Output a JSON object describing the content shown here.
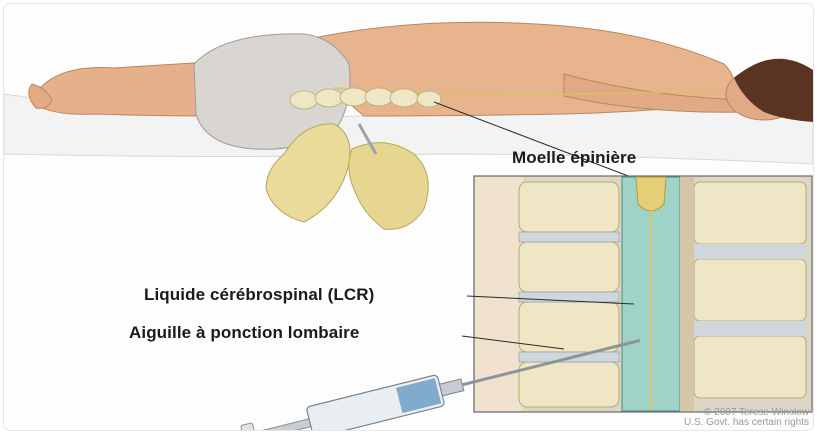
{
  "labels": {
    "spinal_cord": "Moelle épinière",
    "csf": "Liquide cérébrospinal (LCR)",
    "needle": "Aiguille à ponction lombaire"
  },
  "credit": {
    "line1": "© 2007 Terese Winslow",
    "line2": "U.S. Govt. has certain rights"
  },
  "colors": {
    "skin": "#e8b48e",
    "garment": "#d9d6d2",
    "hair": "#5a3322",
    "glove": "#e9dc9a",
    "csf_fluid": "#9fd3c8",
    "vertebra": "#efe6c6",
    "disc": "#cfd6dc",
    "syringe_fluid": "#6f9fc7"
  }
}
